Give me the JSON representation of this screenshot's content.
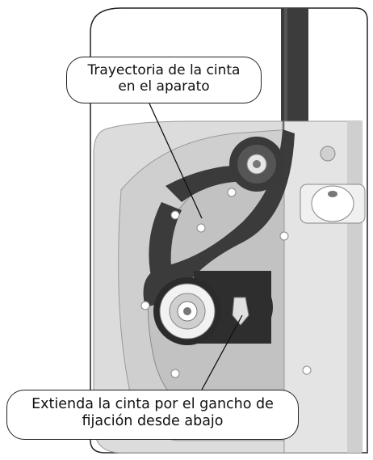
{
  "labels": {
    "belt_path": {
      "line1": "Trayectoria de la cinta",
      "line2": "en el aparato"
    },
    "hook_instruction": {
      "line1": "Extienda la cinta por el gancho de",
      "line2": "fijación desde abajo"
    }
  },
  "colors": {
    "housing": "#d9d9d9",
    "inner_plate": "#c8c8c8",
    "belt": "#3a3a3a",
    "gear": "#b9b9b9",
    "outline": "#222222"
  }
}
